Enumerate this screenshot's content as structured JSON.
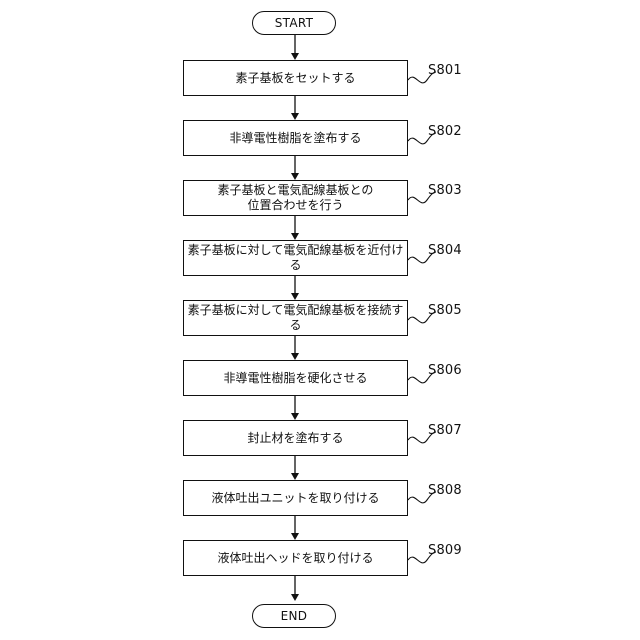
{
  "flowchart": {
    "start_label": "START",
    "end_label": "END",
    "steps": [
      {
        "id": "S801",
        "text": "素子基板をセットする"
      },
      {
        "id": "S802",
        "text": "非導電性樹脂を塗布する"
      },
      {
        "id": "S803",
        "text": "素子基板と電気配線基板との\n位置合わせを行う"
      },
      {
        "id": "S804",
        "text": "素子基板に対して電気配線基板を近付ける"
      },
      {
        "id": "S805",
        "text": "素子基板に対して電気配線基板を接続する"
      },
      {
        "id": "S806",
        "text": "非導電性樹脂を硬化させる"
      },
      {
        "id": "S807",
        "text": "封止材を塗布する"
      },
      {
        "id": "S808",
        "text": "液体吐出ユニットを取り付ける"
      },
      {
        "id": "S809",
        "text": "液体吐出ヘッドを取り付ける"
      }
    ]
  },
  "colors": {
    "line": "#111111",
    "background": "#ffffff"
  }
}
